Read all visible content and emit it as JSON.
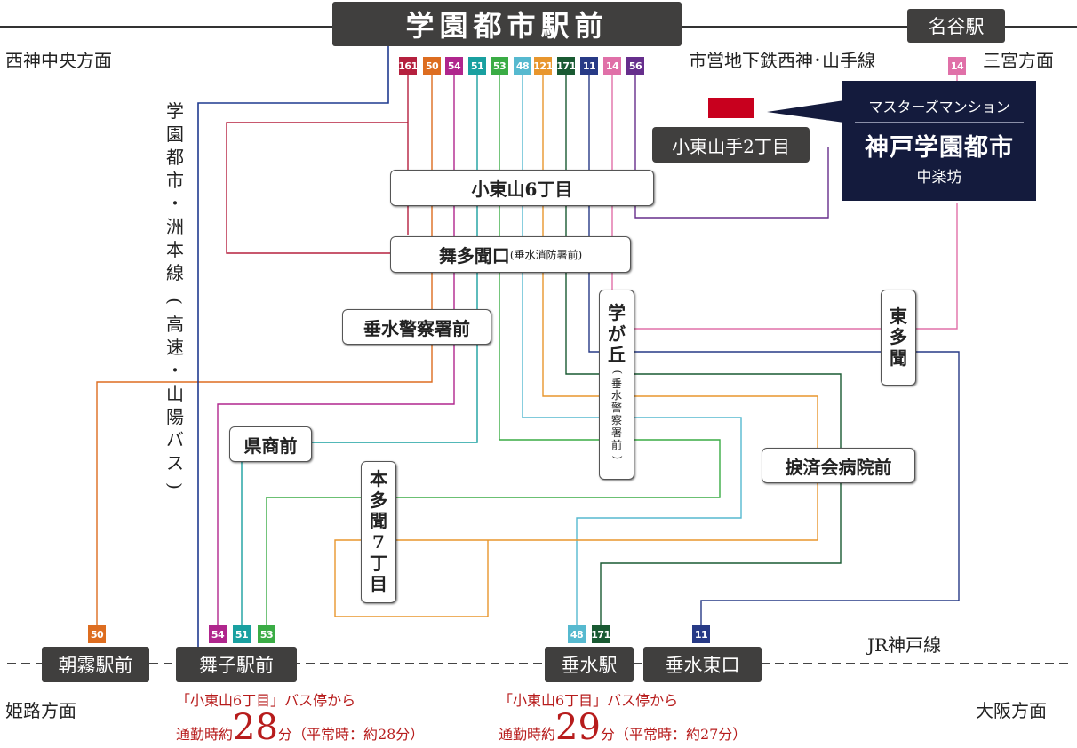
{
  "header": {
    "station": "学園都市駅前",
    "left_direction": "西神中央方面",
    "subway_line": "市営地下鉄西神･山手線",
    "nearby_station": "名谷駅",
    "right_direction": "三宮方面"
  },
  "route_badges": [
    {
      "label": "161",
      "color": "#b5203e"
    },
    {
      "label": "50",
      "color": "#dd6d20"
    },
    {
      "label": "54",
      "color": "#b0268d"
    },
    {
      "label": "51",
      "color": "#19a0a0"
    },
    {
      "label": "53",
      "color": "#3aac45"
    },
    {
      "label": "48",
      "color": "#56b9cf"
    },
    {
      "label": "121",
      "color": "#e8962d"
    },
    {
      "label": "171",
      "color": "#195a32"
    },
    {
      "label": "11",
      "color": "#273a86"
    },
    {
      "label": "14",
      "color": "#e070a8"
    },
    {
      "label": "56",
      "color": "#662e8c"
    }
  ],
  "meiya_badge": {
    "label": "14",
    "color": "#e070a8"
  },
  "vertical_line_label": "学園都市・洲本線",
  "vertical_line_paren": "高速・山陽バス",
  "callout": {
    "brand": "マスターズマンション",
    "name": "神戸学園都市",
    "sub": "中楽坊",
    "box_color": "#141b3d",
    "marker_color": "#c8001e"
  },
  "stops": {
    "kotoyama_2": "小東山手2丁目",
    "kotoyama_6": "小東山6丁目",
    "maitakoe_main": "舞多聞口",
    "maitakoe_paren": "(垂水消防署前)",
    "tarumi_police": "垂水警察署前",
    "gakugaoka_main": [
      "学",
      "が",
      "丘"
    ],
    "gakugaoka_paren": [
      "(",
      "垂",
      "水",
      "警",
      "察",
      "署",
      "前",
      ")"
    ],
    "higashi_tamon": [
      "東",
      "多",
      "聞"
    ],
    "kensho": "県商前",
    "motamon": [
      "本",
      "多",
      "聞",
      "7",
      "丁",
      "目"
    ],
    "bassai": "捩済会病院前"
  },
  "bottom": {
    "jr_line": "JR神戸線",
    "left_direction": "姫路方面",
    "right_direction": "大阪方面",
    "stations": [
      "朝霧駅前",
      "舞子駅前",
      "垂水駅",
      "垂水東口"
    ],
    "asagiri_badge": {
      "label": "50",
      "color": "#dd6d20"
    },
    "maiko_badges": [
      {
        "label": "54",
        "color": "#b0268d"
      },
      {
        "label": "51",
        "color": "#19a0a0"
      },
      {
        "label": "53",
        "color": "#3aac45"
      }
    ],
    "tarumi_badges": [
      {
        "label": "48",
        "color": "#56b9cf"
      },
      {
        "label": "171",
        "color": "#195a32"
      }
    ],
    "tarumi_east_badge": {
      "label": "11",
      "color": "#273a86"
    }
  },
  "commute": {
    "maiko": {
      "from": "「小東山6丁目」バス停から",
      "prefix": "通勤時約",
      "minutes": "28",
      "unit": "分",
      "normal": "（平常時：約28分）"
    },
    "tarumi": {
      "from": "「小東山6丁目」バス停から",
      "prefix": "通勤時約",
      "minutes": "29",
      "unit": "分",
      "normal": "（平常時：約27分）"
    }
  },
  "colors": {
    "station_box": "#403f3e",
    "commute_text": "#b71c1c"
  }
}
